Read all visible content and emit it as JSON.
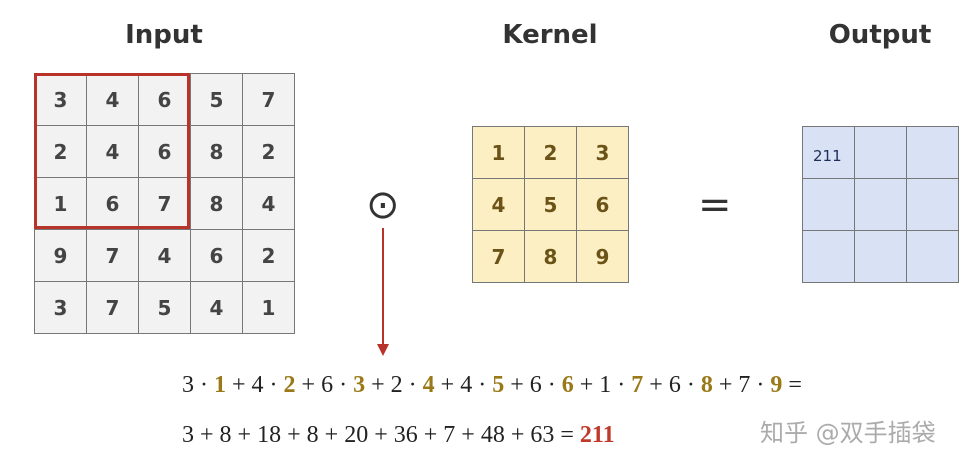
{
  "titles": {
    "input": "Input",
    "kernel": "Kernel",
    "output": "Output"
  },
  "input": [
    [
      3,
      4,
      6,
      5,
      7
    ],
    [
      2,
      4,
      6,
      8,
      2
    ],
    [
      1,
      6,
      7,
      8,
      4
    ],
    [
      9,
      7,
      4,
      6,
      2
    ],
    [
      3,
      7,
      5,
      4,
      1
    ]
  ],
  "kernel": [
    [
      1,
      2,
      3
    ],
    [
      4,
      5,
      6
    ],
    [
      7,
      8,
      9
    ]
  ],
  "output": [
    [
      "211",
      "",
      ""
    ],
    [
      "",
      "",
      ""
    ],
    [
      "",
      "",
      ""
    ]
  ],
  "operators": {
    "hadamard": "⊙",
    "equals": "="
  },
  "equation1": {
    "pairs": [
      [
        3,
        1
      ],
      [
        4,
        2
      ],
      [
        6,
        3
      ],
      [
        2,
        4
      ],
      [
        4,
        5
      ],
      [
        6,
        6
      ],
      [
        1,
        7
      ],
      [
        6,
        8
      ],
      [
        7,
        9
      ]
    ],
    "end": "="
  },
  "equation2": {
    "terms": [
      "3",
      "8",
      "18",
      "8",
      "20",
      "36",
      "7",
      "48",
      "63"
    ],
    "result": "211"
  },
  "watermark": "知乎 @双手插袋",
  "colors": {
    "window": "#b8332a",
    "kernel_fill": "#fdefc4",
    "output_fill": "#d9e1f5",
    "kernel_digit": "#9a7a18",
    "result": "#c0392b"
  }
}
